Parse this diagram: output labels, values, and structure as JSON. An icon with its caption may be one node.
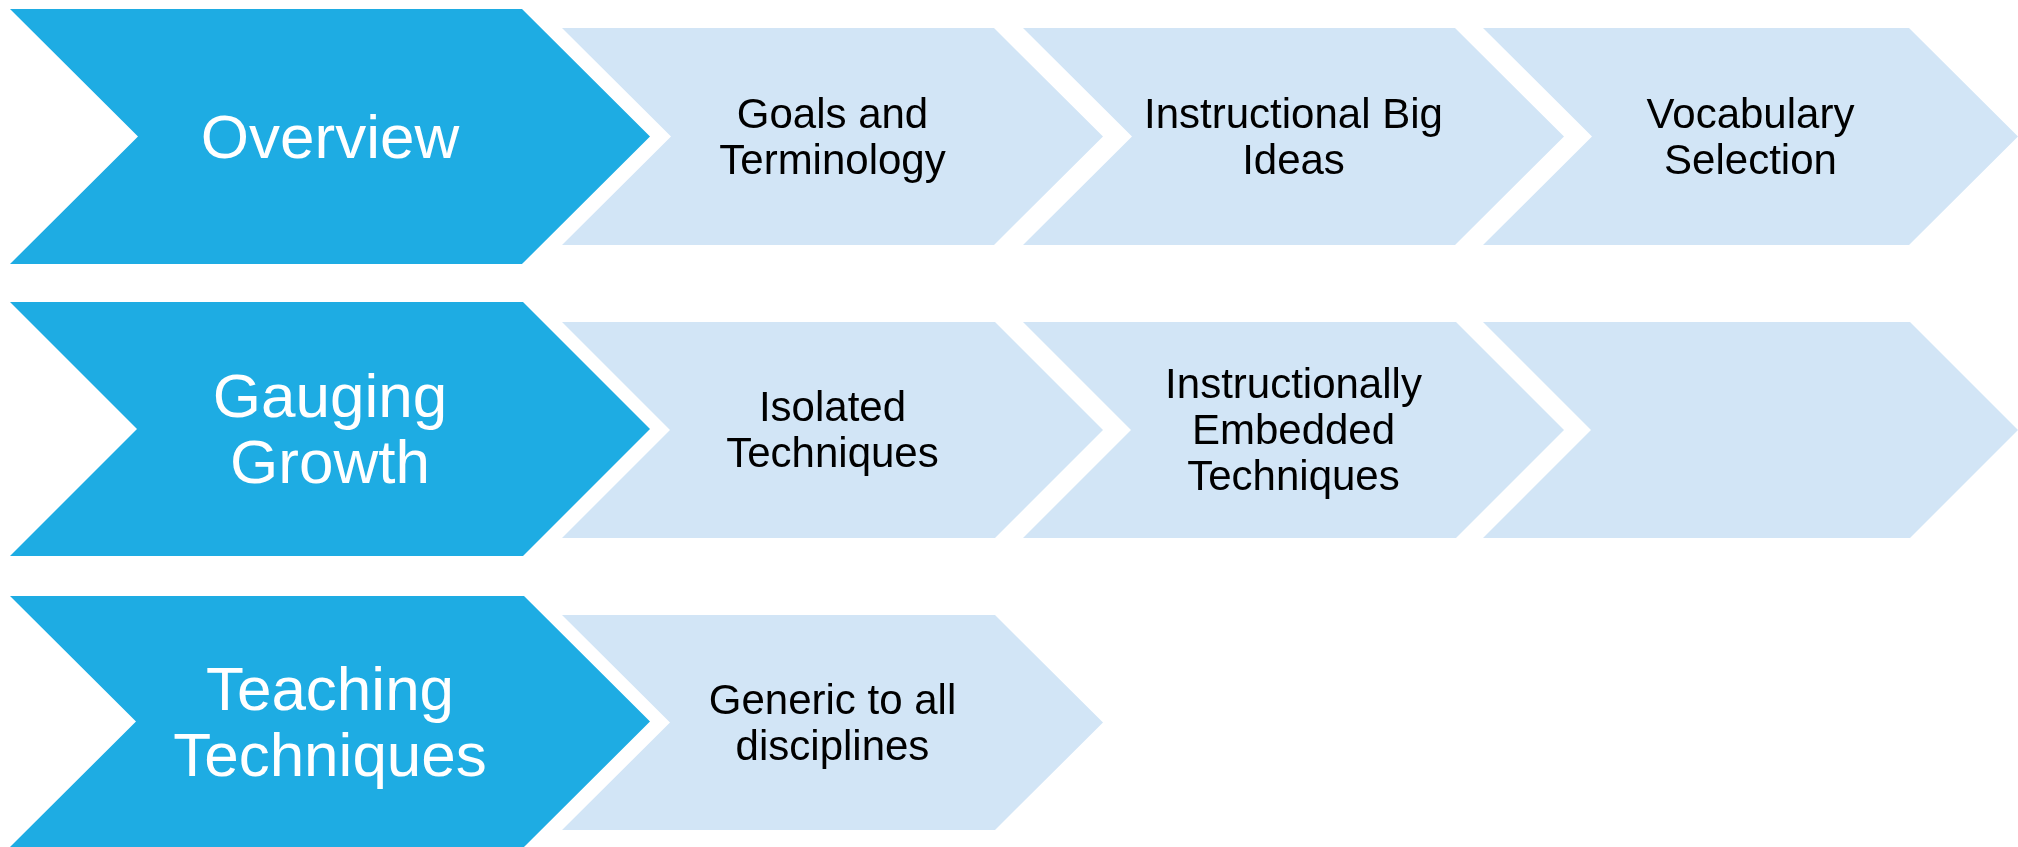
{
  "diagram": {
    "nodes": [
      {
        "text": [
          "Overview"
        ]
      },
      {
        "text": [
          "Goals and Terminology"
        ]
      },
      {
        "text": [
          "Instructional Big Ideas"
        ]
      },
      {
        "text": [
          "Vocabulary Selection"
        ]
      },
      {
        "text": [
          "Gauging Growth"
        ]
      },
      {
        "text": [
          "Isolated Techniques"
        ]
      },
      {
        "text": [
          "Instructionally Embedded Techniques"
        ]
      },
      {
        "text": [],
        "shape": "chevron"
      },
      {
        "text": [
          "Teaching Techniques"
        ]
      },
      {
        "text": [
          "Generic to all disciplines"
        ]
      }
    ],
    "edges": []
  }
}
